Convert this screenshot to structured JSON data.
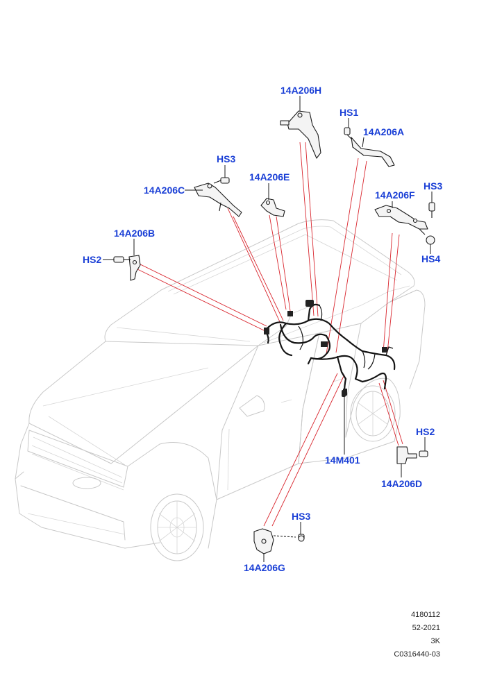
{
  "colors": {
    "callout_text": "#1a3fd6",
    "leader_line": "#d9262e",
    "car_outline": "#c8c8c8",
    "part_stroke": "#1a1a1a",
    "background": "#ffffff"
  },
  "callouts": {
    "c_14a206h": "14A206H",
    "c_hs1": "HS1",
    "c_14a206a": "14A206A",
    "c_hs3_top": "HS3",
    "c_14a206e": "14A206E",
    "c_14a206c": "14A206C",
    "c_14a206f": "14A206F",
    "c_hs3_right": "HS3",
    "c_14a206b": "14A206B",
    "c_hs2_left": "HS2",
    "c_hs4": "HS4",
    "c_hs2_right": "HS2",
    "c_14m401": "14M401",
    "c_14a206d": "14A206D",
    "c_hs3_bottom": "HS3",
    "c_14a206g": "14A206G"
  },
  "footer": {
    "line1": "4180112",
    "line2": "52-2021",
    "line3": "3K",
    "line4": "C0316440-03"
  }
}
